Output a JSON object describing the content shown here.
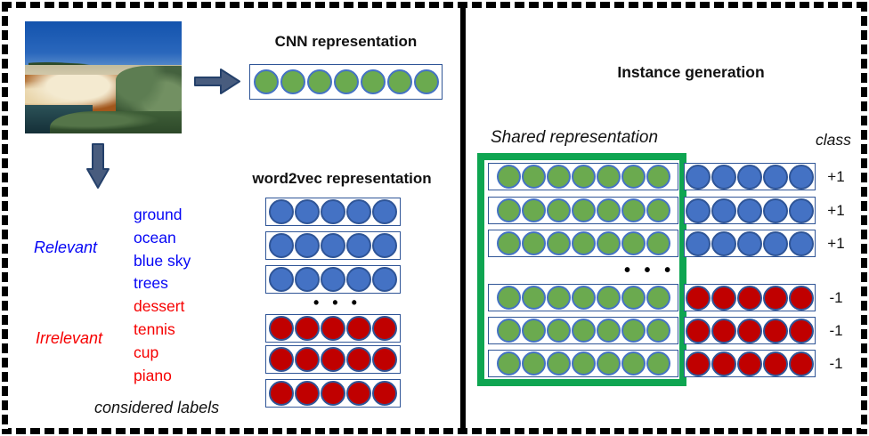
{
  "colors": {
    "circle_green_fill": "#6BAA4F",
    "circle_green_border": "#4472C4",
    "circle_blue_fill": "#4472C4",
    "circle_blue_border": "#2F5597",
    "circle_red_fill": "#C00000",
    "circle_red_border": "#2F5597",
    "box_border": "#2F5597",
    "shared_outline_green": "#0EA551",
    "arrow_fill": "#485C7E",
    "arrow_stroke": "#24406A",
    "label_blue": "#0505F5",
    "label_red": "#F60000"
  },
  "left_panel": {
    "cnn_title": "CNN representation",
    "cnn_vector": {
      "circles": 7,
      "color": "green"
    },
    "word2vec_title": "word2vec representation",
    "relevant_label": "Relevant",
    "irrelevant_label": "Irrelevant",
    "considered_labels_caption": "considered labels",
    "labels": [
      {
        "text": "ground",
        "relevance": "relevant"
      },
      {
        "text": "ocean",
        "relevance": "relevant"
      },
      {
        "text": "blue sky",
        "relevance": "relevant"
      },
      {
        "text": "trees",
        "relevance": "relevant"
      },
      {
        "text": "dessert",
        "relevance": "irrelevant"
      },
      {
        "text": "tennis",
        "relevance": "irrelevant"
      },
      {
        "text": "cup",
        "relevance": "irrelevant"
      },
      {
        "text": "piano",
        "relevance": "irrelevant"
      }
    ],
    "word2vec_rows": [
      {
        "circles": 5,
        "color": "blue"
      },
      {
        "circles": 5,
        "color": "blue"
      },
      {
        "circles": 5,
        "color": "blue"
      },
      {
        "circles": 5,
        "color": "red"
      },
      {
        "circles": 5,
        "color": "red"
      },
      {
        "circles": 5,
        "color": "red"
      }
    ],
    "ellipsis": "• • •"
  },
  "right_panel": {
    "title": "Instance generation",
    "shared_label": "Shared representation",
    "class_header": "class",
    "instances": [
      {
        "shared_circles": 7,
        "shared_color": "green",
        "label_circles": 5,
        "label_color": "blue",
        "class": "+1"
      },
      {
        "shared_circles": 7,
        "shared_color": "green",
        "label_circles": 5,
        "label_color": "blue",
        "class": "+1"
      },
      {
        "shared_circles": 7,
        "shared_color": "green",
        "label_circles": 5,
        "label_color": "blue",
        "class": "+1"
      },
      {
        "shared_circles": 7,
        "shared_color": "green",
        "label_circles": 5,
        "label_color": "red",
        "class": "-1"
      },
      {
        "shared_circles": 7,
        "shared_color": "green",
        "label_circles": 5,
        "label_color": "red",
        "class": "-1"
      },
      {
        "shared_circles": 7,
        "shared_color": "green",
        "label_circles": 5,
        "label_color": "red",
        "class": "-1"
      }
    ],
    "ellipsis_after_row": 3,
    "ellipsis": "• • •"
  }
}
